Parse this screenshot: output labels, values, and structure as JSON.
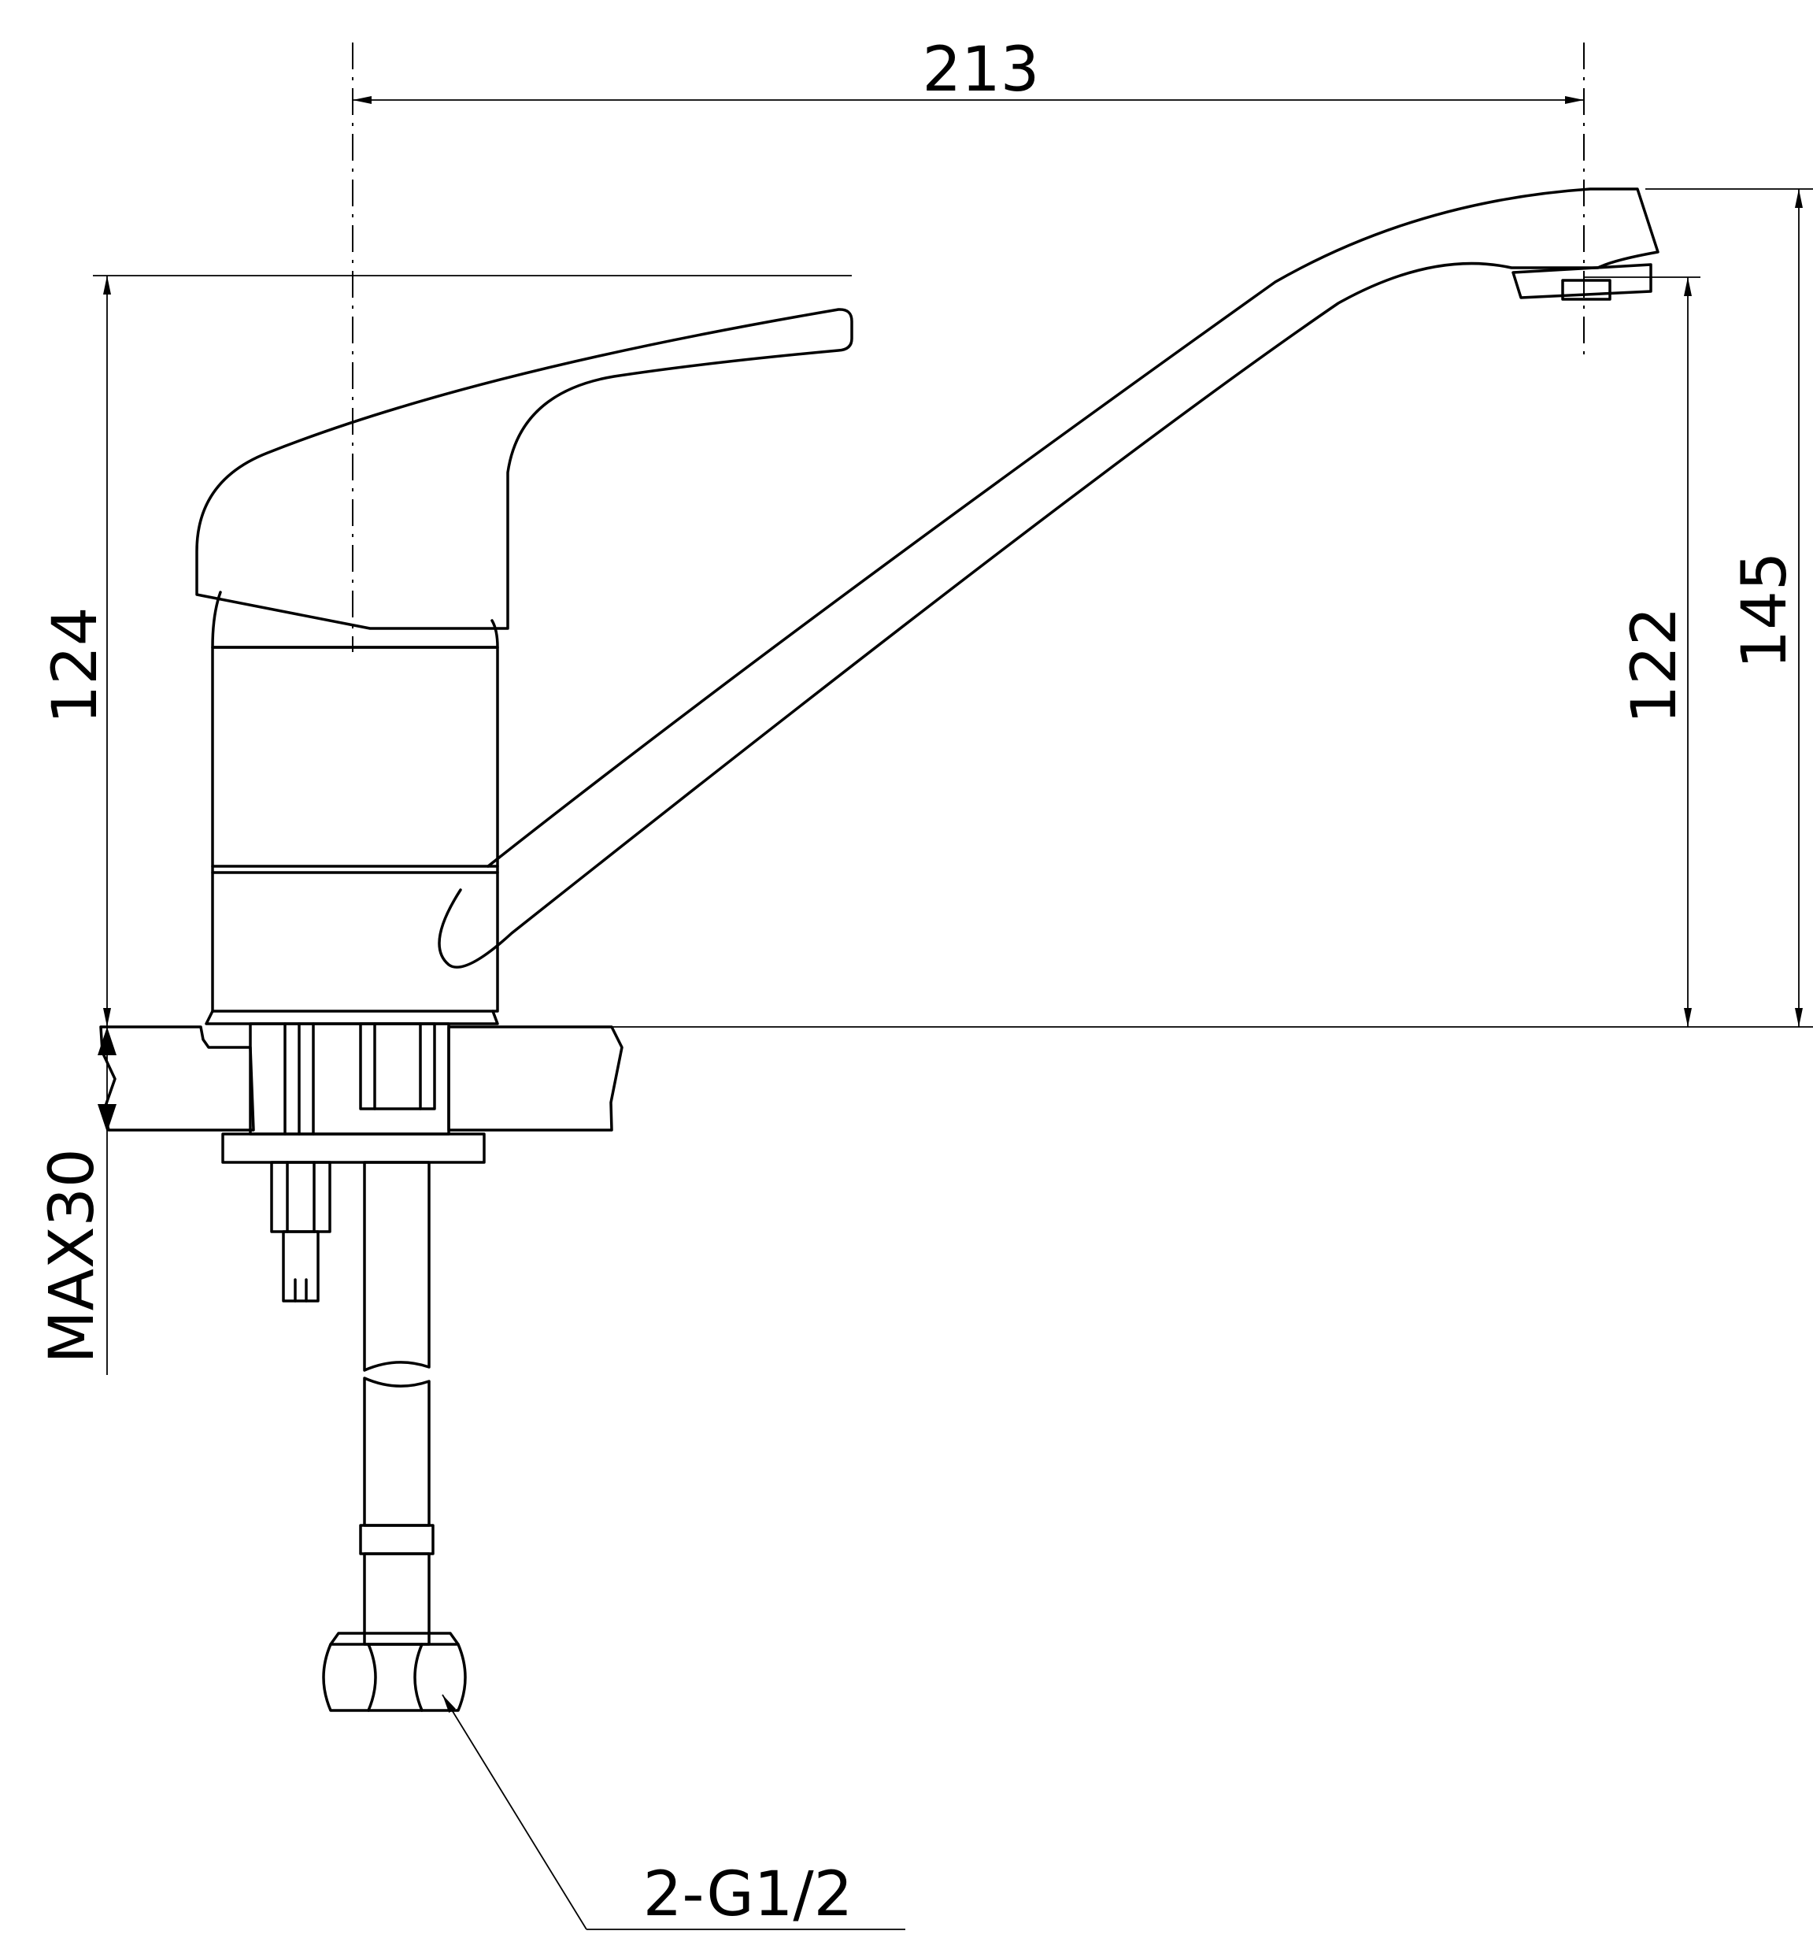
{
  "dimensions": {
    "overall_length": "213",
    "lever_height": "124",
    "spout_outlet_height": "122",
    "overall_height": "145",
    "max_countertop": "MAX30",
    "connection": "2-G1/2"
  },
  "colors": {
    "line": "#000000",
    "background": "#ffffff"
  }
}
